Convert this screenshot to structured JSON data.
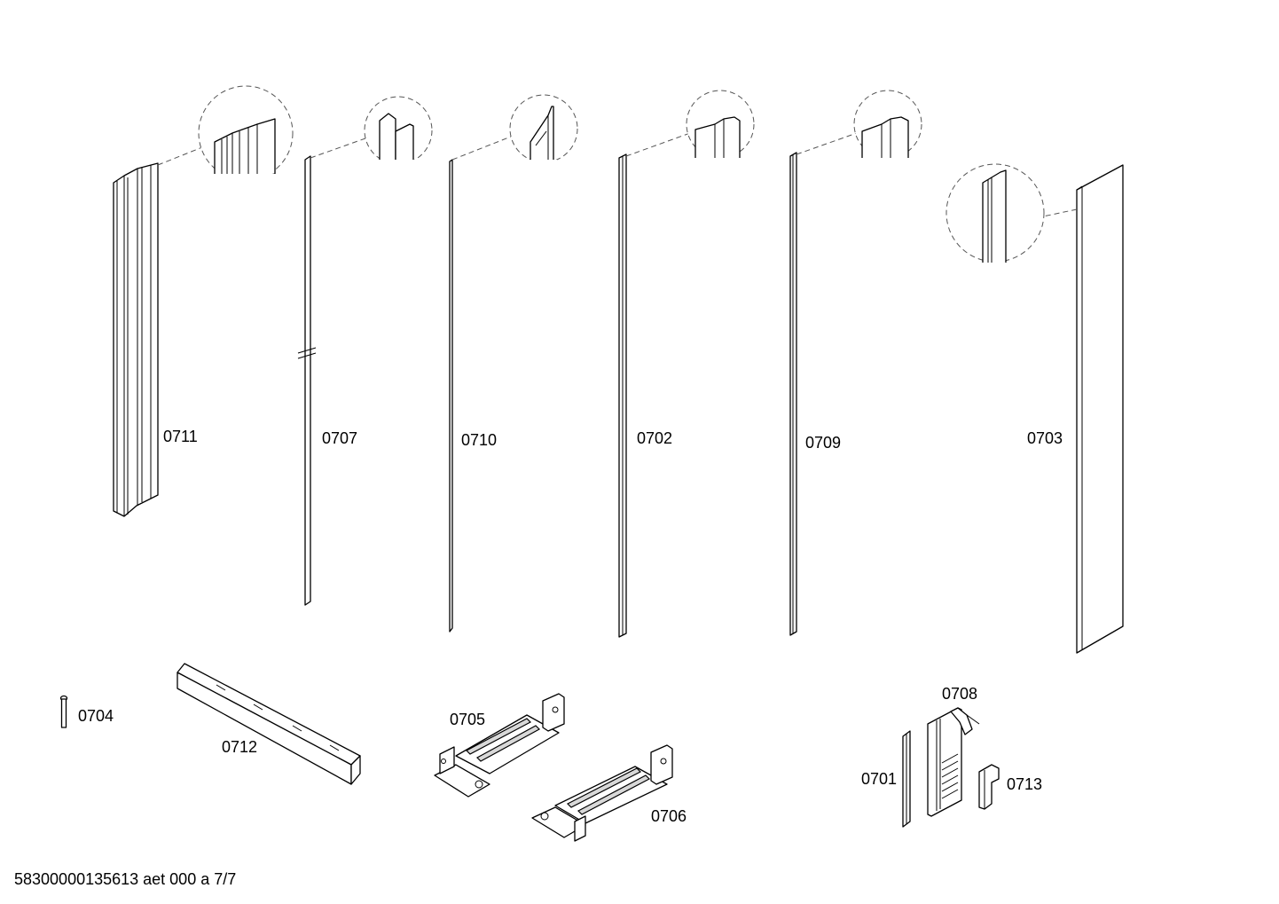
{
  "parts": {
    "p0711": "0711",
    "p0707": "0707",
    "p0710": "0710",
    "p0702": "0702",
    "p0709": "0709",
    "p0703": "0703",
    "p0704": "0704",
    "p0712": "0712",
    "p0705": "0705",
    "p0706": "0706",
    "p0708": "0708",
    "p0701": "0701",
    "p0713": "0713"
  },
  "footer": {
    "doc_code": "58300000135613 aet 000 a 7/7"
  }
}
